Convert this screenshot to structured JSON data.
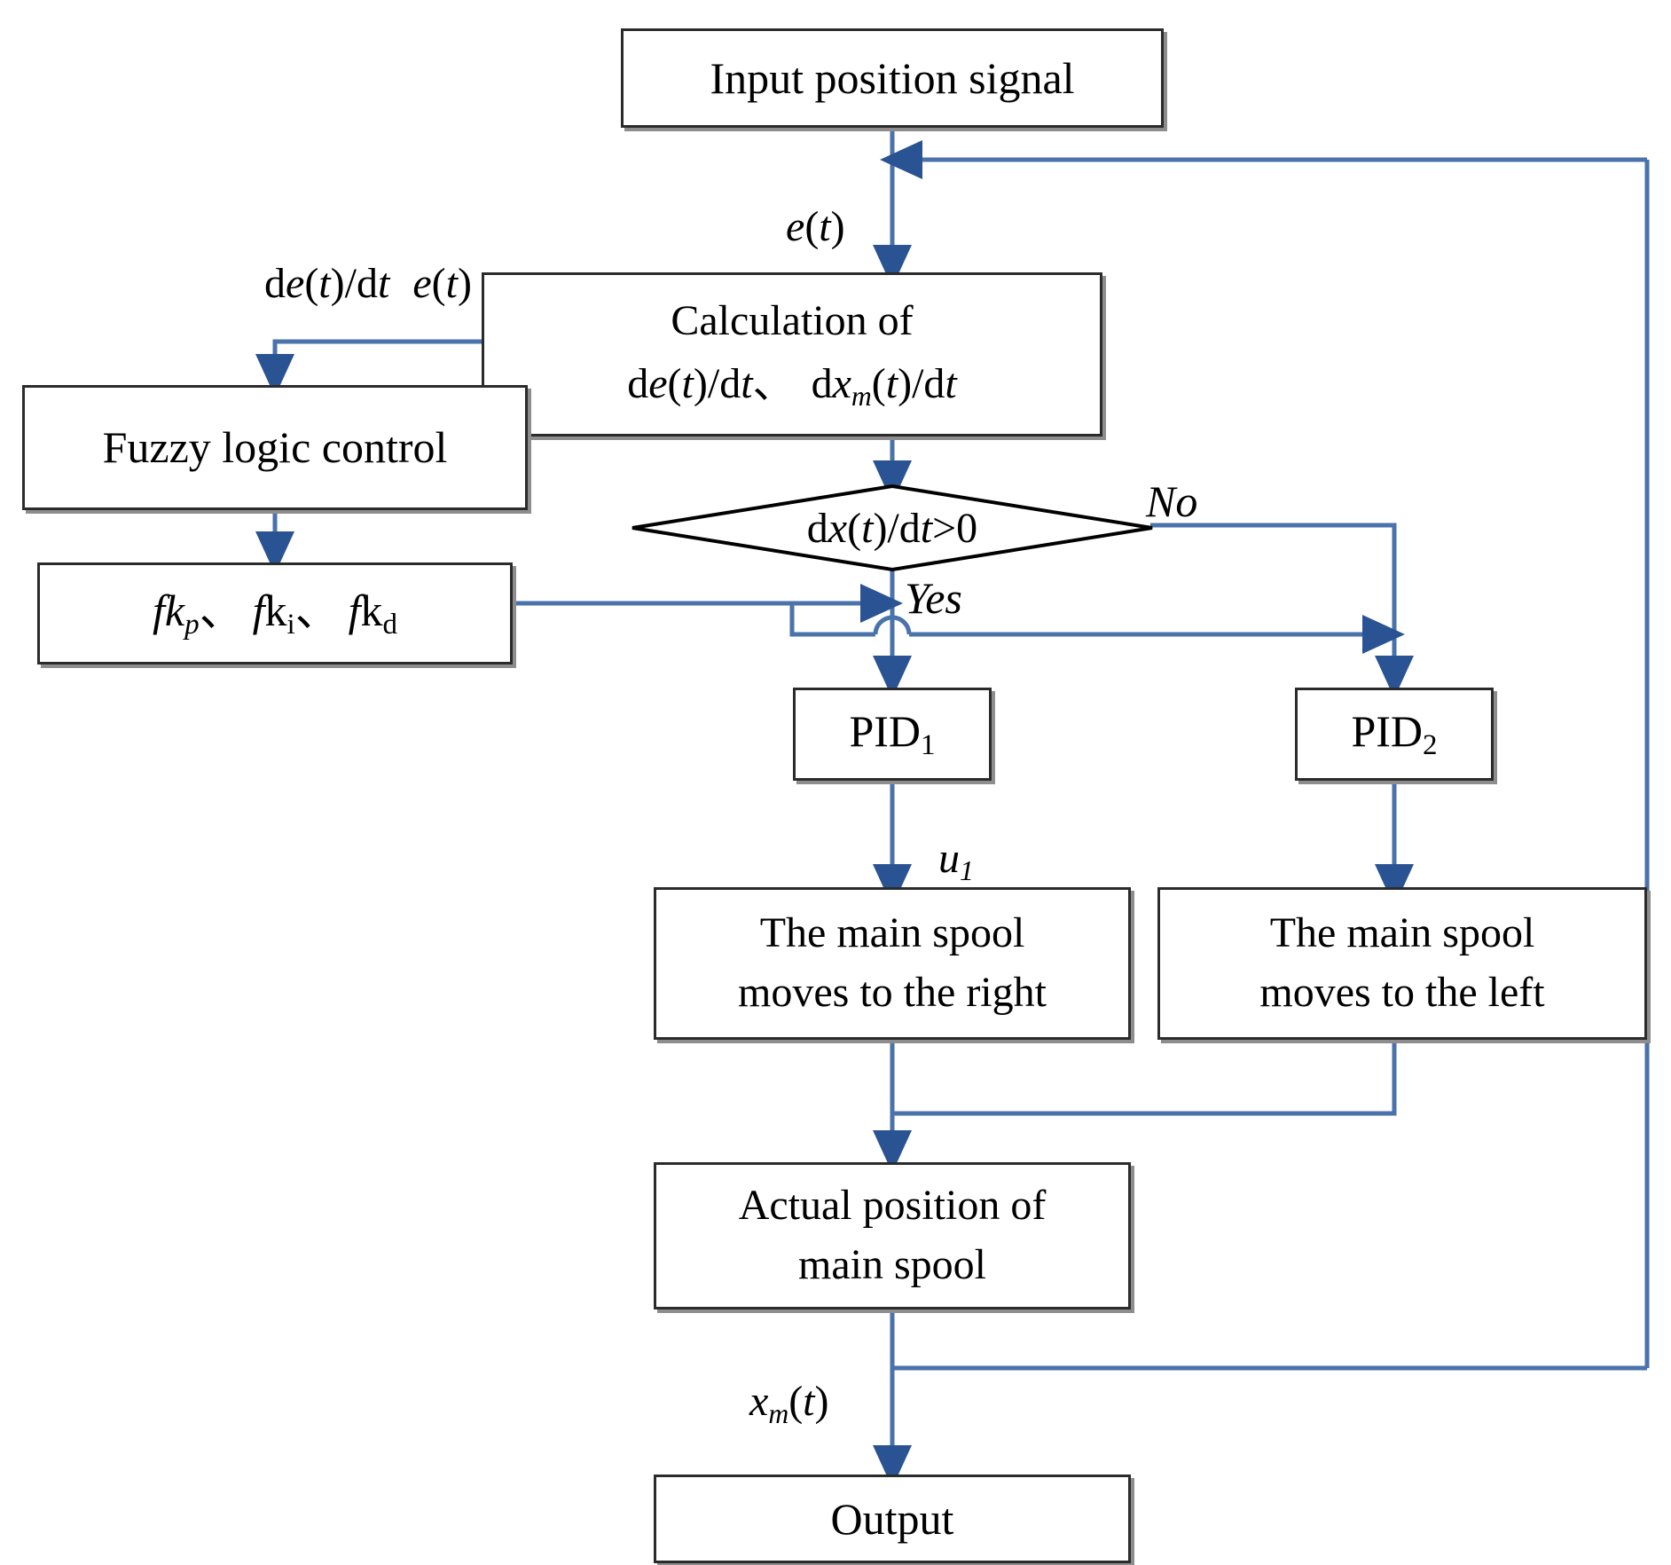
{
  "diagram": {
    "title": "Fuzzy PID control flowchart for main spool position",
    "line_color": "#4a72ab",
    "box_border_color": "#2b2b2b",
    "box_shadow_color": "#8d8d8d",
    "background": "#ffffff"
  },
  "nodes": {
    "input": {
      "label": "Input position signal",
      "shape": "rect"
    },
    "calculation": {
      "line1": "Calculation of",
      "line2_a": "d",
      "line2_b": "e",
      "line2_c": "(",
      "line2_d": "t",
      "line2_e": ")/d",
      "line2_f": "t",
      "line2_sep": "、",
      "line2_g": "d",
      "line2_h": "x",
      "line2_sub": "m",
      "line2_i": "(",
      "line2_j": "t",
      "line2_k": ")/d",
      "line2_l": "t",
      "shape": "rect"
    },
    "fuzzy": {
      "label": "Fuzzy logic control",
      "shape": "rect"
    },
    "gains": {
      "f1": "f",
      "k1": "k",
      "sub1": "p",
      "sep1": "、",
      "f2": "f",
      "k2": "k",
      "sub2": "i",
      "sep2": "、",
      "f3": "f",
      "k3": "k",
      "sub3": "d",
      "shape": "rect"
    },
    "decision": {
      "a": "d",
      "b": "x",
      "c": "(",
      "d": "t",
      "e": ")/d",
      "f": "t",
      "g": ">0",
      "shape": "diamond"
    },
    "pid1": {
      "base": "PID",
      "sub": "1",
      "shape": "rect"
    },
    "pid2": {
      "base": "PID",
      "sub": "2",
      "shape": "rect"
    },
    "spool_right": {
      "line1": "The main spool",
      "line2": "moves to the right",
      "shape": "rect"
    },
    "spool_left": {
      "line1": "The main spool",
      "line2": "moves to the left",
      "shape": "rect"
    },
    "actual": {
      "line1": "Actual position of",
      "line2": "main spool",
      "shape": "rect"
    },
    "output": {
      "label": "Output",
      "shape": "rect"
    }
  },
  "edge_labels": {
    "error_top": {
      "a": "e",
      "b": "(",
      "c": "t",
      "d": ")"
    },
    "to_fuzzy": {
      "d1": "d",
      "e1": "e",
      "p1": "(",
      "t1": "t",
      "s1": ")/d",
      "t2": "t",
      "gap": "  ",
      "e2": "e",
      "p2": "(",
      "t3": "t",
      "p3": ")"
    },
    "yes": "Yes",
    "no": "No",
    "u1_base": "u",
    "u1_sub": "1",
    "xm": {
      "x": "x",
      "sub": "m",
      "p1": "(",
      "t": "t",
      "p2": ")"
    }
  }
}
